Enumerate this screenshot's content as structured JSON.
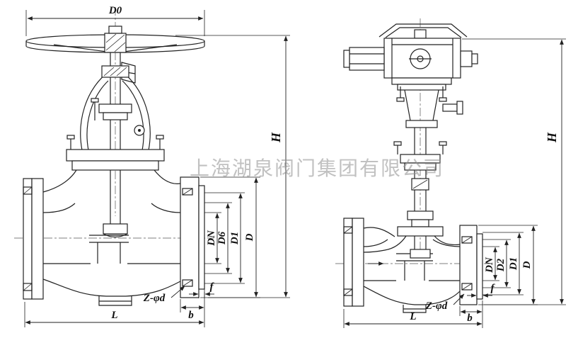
{
  "meta": {
    "line_color": "#222222",
    "background": "#ffffff",
    "watermark_color": "#8f8f8f"
  },
  "watermark": {
    "text": "上海湖泉阀门集团有限公司"
  },
  "left_valve": {
    "dims": {
      "d0": "D0",
      "h": "H",
      "l": "L",
      "dn": "DN",
      "d6": "D6",
      "d1": "D1",
      "d": "D",
      "z_phi_d": "Z-φd",
      "b": "b",
      "f": "f"
    }
  },
  "right_valve": {
    "dims": {
      "h": "H",
      "l": "L",
      "dn": "DN",
      "d2": "D2",
      "d1": "D1",
      "d": "D",
      "z_phi_d": "Z-φd",
      "b": "b",
      "f": "f"
    }
  }
}
